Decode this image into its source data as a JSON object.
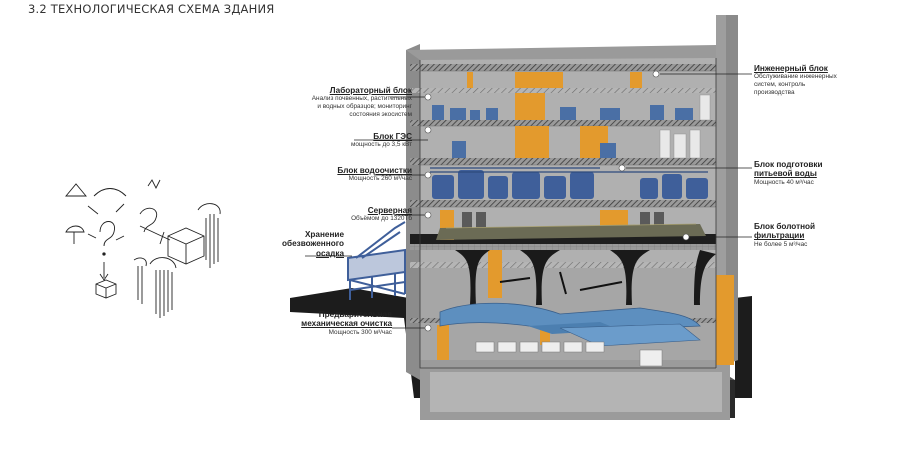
{
  "title": "3.2 ТЕХНОЛОГИЧЕСКАЯ СХЕМА ЗДАНИЯ",
  "labels_left": [
    {
      "title": "Лабораторный блок",
      "desc": [
        "Анализ почвенных, растительных",
        "и водных образцов; мониторинг",
        "состояния экосистем"
      ]
    },
    {
      "title": "Блок ГЭС",
      "desc": [
        "мощность до 3,5 кВт"
      ]
    },
    {
      "title": "Блок водоочистки",
      "desc": [
        "Мощность 260 м³/час"
      ]
    },
    {
      "title": "Серверная",
      "desc": [
        "Объёмом до 1320Тб"
      ]
    },
    {
      "title": "Хранение обезвоженного осадка",
      "title_lines": [
        "Хранение",
        "обезвоженного",
        "осадка"
      ],
      "desc": []
    },
    {
      "title": "Предварительная механическая очистка",
      "title_lines": [
        "Предварительная",
        "механическая очистка"
      ],
      "desc": [
        "Мощность 300 м³/час"
      ]
    }
  ],
  "labels_right": [
    {
      "title": "Инженерный блок",
      "desc": [
        "Обслуживание инженерных",
        "систем, контроль",
        "производства"
      ]
    },
    {
      "title": "Блок подготовки питьевой воды",
      "title_lines": [
        "Блок подготовки",
        "питьевой воды"
      ],
      "desc": [
        "Мощность 40 м³/час"
      ]
    },
    {
      "title": "Блок болотной фильтрации",
      "title_lines": [
        "Блок болотной",
        "фильтрации"
      ],
      "desc": [
        "Не более 5 м³/час"
      ]
    }
  ],
  "colors": {
    "concrete": "#a9a9a9",
    "concrete_dark": "#7b7b7b",
    "wood": "#e39a2d",
    "equipment_blue": "#4a6fa5",
    "water": "#5d8fbf",
    "ground": "#1c1c1c",
    "stair": "#3f5f9a"
  }
}
